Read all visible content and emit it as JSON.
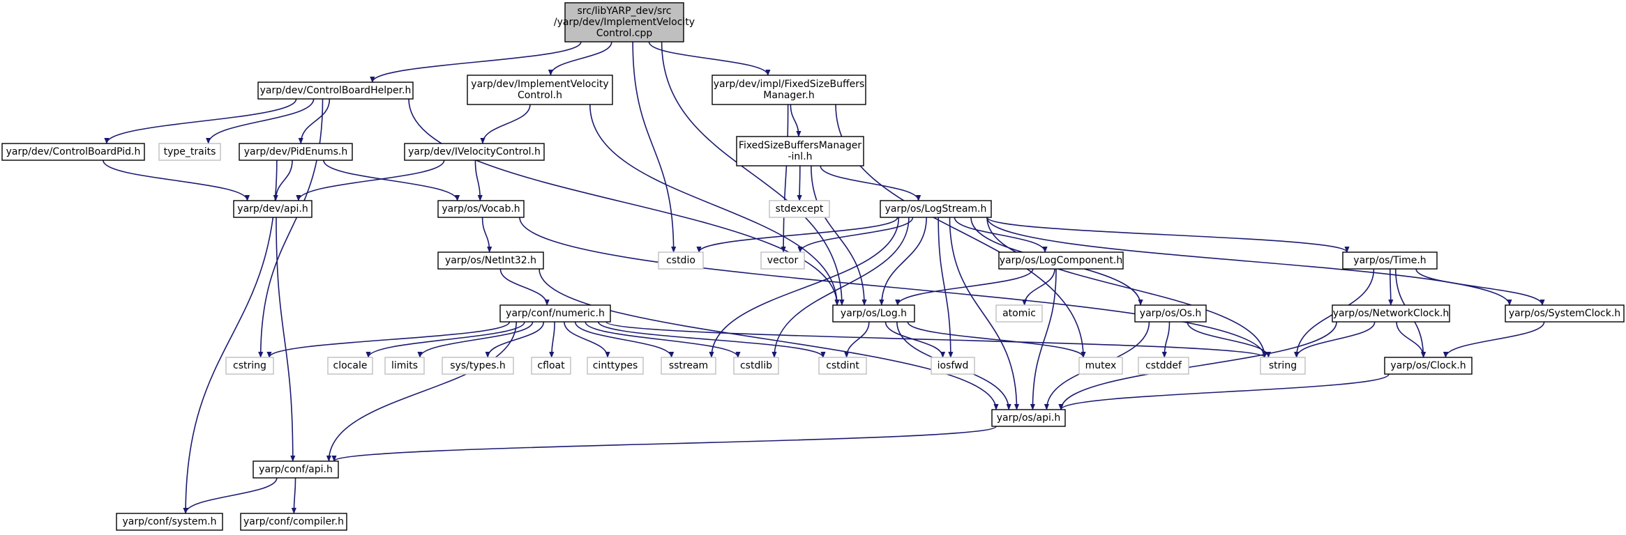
{
  "colors": {
    "edge": "#191970",
    "node_border": "#000000",
    "system_border": "#bfbfbf",
    "root_fill": "#bfbfbf",
    "node_fill": "#ffffff",
    "text": "#000000"
  },
  "nodes": [
    {
      "id": "root",
      "lines": [
        "src/libYARP_dev/src",
        "/yarp/dev/ImplementVelocity",
        "Control.cpp"
      ],
      "kind": "root"
    },
    {
      "id": "controlboardhelper",
      "lines": [
        "yarp/dev/ControlBoardHelper.h"
      ],
      "kind": "file"
    },
    {
      "id": "implementvelocitycontrol_h",
      "lines": [
        "yarp/dev/ImplementVelocity",
        "Control.h"
      ],
      "kind": "file"
    },
    {
      "id": "fixedsizebuffersmanager_h",
      "lines": [
        "yarp/dev/impl/FixedSizeBuffers",
        "Manager.h"
      ],
      "kind": "file"
    },
    {
      "id": "controlboardpid",
      "lines": [
        "yarp/dev/ControlBoardPid.h"
      ],
      "kind": "file"
    },
    {
      "id": "type_traits",
      "lines": [
        "type_traits"
      ],
      "kind": "system"
    },
    {
      "id": "pidenums",
      "lines": [
        "yarp/dev/PidEnums.h"
      ],
      "kind": "file"
    },
    {
      "id": "ivelocitycontrol",
      "lines": [
        "yarp/dev/IVelocityControl.h"
      ],
      "kind": "file"
    },
    {
      "id": "fixedsizebuffersmanager_inl",
      "lines": [
        "FixedSizeBuffersManager",
        "-inl.h"
      ],
      "kind": "file"
    },
    {
      "id": "stdexcept",
      "lines": [
        "stdexcept"
      ],
      "kind": "system"
    },
    {
      "id": "dev_api",
      "lines": [
        "yarp/dev/api.h"
      ],
      "kind": "file"
    },
    {
      "id": "vocab",
      "lines": [
        "yarp/os/Vocab.h"
      ],
      "kind": "file"
    },
    {
      "id": "logstream",
      "lines": [
        "yarp/os/LogStream.h"
      ],
      "kind": "file"
    },
    {
      "id": "netint32",
      "lines": [
        "yarp/os/NetInt32.h"
      ],
      "kind": "file"
    },
    {
      "id": "cstdio",
      "lines": [
        "cstdio"
      ],
      "kind": "system"
    },
    {
      "id": "vector",
      "lines": [
        "vector"
      ],
      "kind": "system"
    },
    {
      "id": "logcomponent",
      "lines": [
        "yarp/os/LogComponent.h"
      ],
      "kind": "file"
    },
    {
      "id": "time",
      "lines": [
        "yarp/os/Time.h"
      ],
      "kind": "file"
    },
    {
      "id": "numeric",
      "lines": [
        "yarp/conf/numeric.h"
      ],
      "kind": "file"
    },
    {
      "id": "log",
      "lines": [
        "yarp/os/Log.h"
      ],
      "kind": "file"
    },
    {
      "id": "atomic",
      "lines": [
        "atomic"
      ],
      "kind": "system"
    },
    {
      "id": "os_os",
      "lines": [
        "yarp/os/Os.h"
      ],
      "kind": "file"
    },
    {
      "id": "networkclock",
      "lines": [
        "yarp/os/NetworkClock.h"
      ],
      "kind": "file"
    },
    {
      "id": "systemclock",
      "lines": [
        "yarp/os/SystemClock.h"
      ],
      "kind": "file"
    },
    {
      "id": "cstring",
      "lines": [
        "cstring"
      ],
      "kind": "system"
    },
    {
      "id": "clocale",
      "lines": [
        "clocale"
      ],
      "kind": "system"
    },
    {
      "id": "limits",
      "lines": [
        "limits"
      ],
      "kind": "system"
    },
    {
      "id": "systypes",
      "lines": [
        "sys/types.h"
      ],
      "kind": "system"
    },
    {
      "id": "cfloat",
      "lines": [
        "cfloat"
      ],
      "kind": "system"
    },
    {
      "id": "cinttypes",
      "lines": [
        "cinttypes"
      ],
      "kind": "system"
    },
    {
      "id": "sstream",
      "lines": [
        "sstream"
      ],
      "kind": "system"
    },
    {
      "id": "cstdlib",
      "lines": [
        "cstdlib"
      ],
      "kind": "system"
    },
    {
      "id": "cstdint",
      "lines": [
        "cstdint"
      ],
      "kind": "system"
    },
    {
      "id": "iosfwd",
      "lines": [
        "iosfwd"
      ],
      "kind": "system"
    },
    {
      "id": "mutex",
      "lines": [
        "mutex"
      ],
      "kind": "system"
    },
    {
      "id": "cstddef",
      "lines": [
        "cstddef"
      ],
      "kind": "system"
    },
    {
      "id": "string",
      "lines": [
        "string"
      ],
      "kind": "system"
    },
    {
      "id": "clock",
      "lines": [
        "yarp/os/Clock.h"
      ],
      "kind": "file"
    },
    {
      "id": "os_api",
      "lines": [
        "yarp/os/api.h"
      ],
      "kind": "file"
    },
    {
      "id": "conf_api",
      "lines": [
        "yarp/conf/api.h"
      ],
      "kind": "file"
    },
    {
      "id": "conf_system",
      "lines": [
        "yarp/conf/system.h"
      ],
      "kind": "file"
    },
    {
      "id": "conf_compiler",
      "lines": [
        "yarp/conf/compiler.h"
      ],
      "kind": "file"
    }
  ],
  "edges": [
    [
      "root",
      "controlboardhelper"
    ],
    [
      "root",
      "implementvelocitycontrol_h"
    ],
    [
      "root",
      "fixedsizebuffersmanager_h"
    ],
    [
      "root",
      "cstdio"
    ],
    [
      "root",
      "log"
    ],
    [
      "controlboardhelper",
      "controlboardpid"
    ],
    [
      "controlboardhelper",
      "type_traits"
    ],
    [
      "controlboardhelper",
      "pidenums"
    ],
    [
      "controlboardhelper",
      "cstring"
    ],
    [
      "controlboardhelper",
      "log"
    ],
    [
      "implementvelocitycontrol_h",
      "ivelocitycontrol"
    ],
    [
      "implementvelocitycontrol_h",
      "log"
    ],
    [
      "fixedsizebuffersmanager_h",
      "fixedsizebuffersmanager_inl"
    ],
    [
      "fixedsizebuffersmanager_h",
      "vector"
    ],
    [
      "fixedsizebuffersmanager_h",
      "mutex"
    ],
    [
      "controlboardpid",
      "dev_api"
    ],
    [
      "pidenums",
      "dev_api"
    ],
    [
      "pidenums",
      "vocab"
    ],
    [
      "pidenums",
      "conf_system"
    ],
    [
      "ivelocitycontrol",
      "dev_api"
    ],
    [
      "ivelocitycontrol",
      "vocab"
    ],
    [
      "fixedsizebuffersmanager_inl",
      "stdexcept"
    ],
    [
      "fixedsizebuffersmanager_inl",
      "logstream"
    ],
    [
      "fixedsizebuffersmanager_inl",
      "log"
    ],
    [
      "dev_api",
      "conf_api"
    ],
    [
      "vocab",
      "netint32"
    ],
    [
      "vocab",
      "string"
    ],
    [
      "logstream",
      "cstdio"
    ],
    [
      "logstream",
      "vector"
    ],
    [
      "logstream",
      "logcomponent"
    ],
    [
      "logstream",
      "time"
    ],
    [
      "logstream",
      "log"
    ],
    [
      "logstream",
      "sstream"
    ],
    [
      "logstream",
      "cstdlib"
    ],
    [
      "logstream",
      "iosfwd"
    ],
    [
      "logstream",
      "os_api"
    ],
    [
      "logstream",
      "string"
    ],
    [
      "logstream",
      "os_os"
    ],
    [
      "logstream",
      "systemclock"
    ],
    [
      "netint32",
      "numeric"
    ],
    [
      "netint32",
      "os_api"
    ],
    [
      "logcomponent",
      "atomic"
    ],
    [
      "logcomponent",
      "log"
    ],
    [
      "logcomponent",
      "os_api"
    ],
    [
      "time",
      "networkclock"
    ],
    [
      "time",
      "systemclock"
    ],
    [
      "time",
      "clock"
    ],
    [
      "time",
      "string"
    ],
    [
      "numeric",
      "cstring"
    ],
    [
      "numeric",
      "clocale"
    ],
    [
      "numeric",
      "limits"
    ],
    [
      "numeric",
      "systypes"
    ],
    [
      "numeric",
      "cfloat"
    ],
    [
      "numeric",
      "cinttypes"
    ],
    [
      "numeric",
      "sstream"
    ],
    [
      "numeric",
      "cstdlib"
    ],
    [
      "numeric",
      "cstdint"
    ],
    [
      "numeric",
      "string"
    ],
    [
      "numeric",
      "conf_api"
    ],
    [
      "log",
      "cstdint"
    ],
    [
      "log",
      "iosfwd"
    ],
    [
      "log",
      "mutex"
    ],
    [
      "log",
      "os_api"
    ],
    [
      "os_os",
      "cstddef"
    ],
    [
      "os_os",
      "string"
    ],
    [
      "os_os",
      "os_api"
    ],
    [
      "networkclock",
      "clock"
    ],
    [
      "networkclock",
      "string"
    ],
    [
      "networkclock",
      "os_api"
    ],
    [
      "systemclock",
      "clock"
    ],
    [
      "clock",
      "os_api"
    ],
    [
      "os_api",
      "conf_api"
    ],
    [
      "conf_api",
      "conf_system"
    ],
    [
      "conf_api",
      "conf_compiler"
    ]
  ]
}
